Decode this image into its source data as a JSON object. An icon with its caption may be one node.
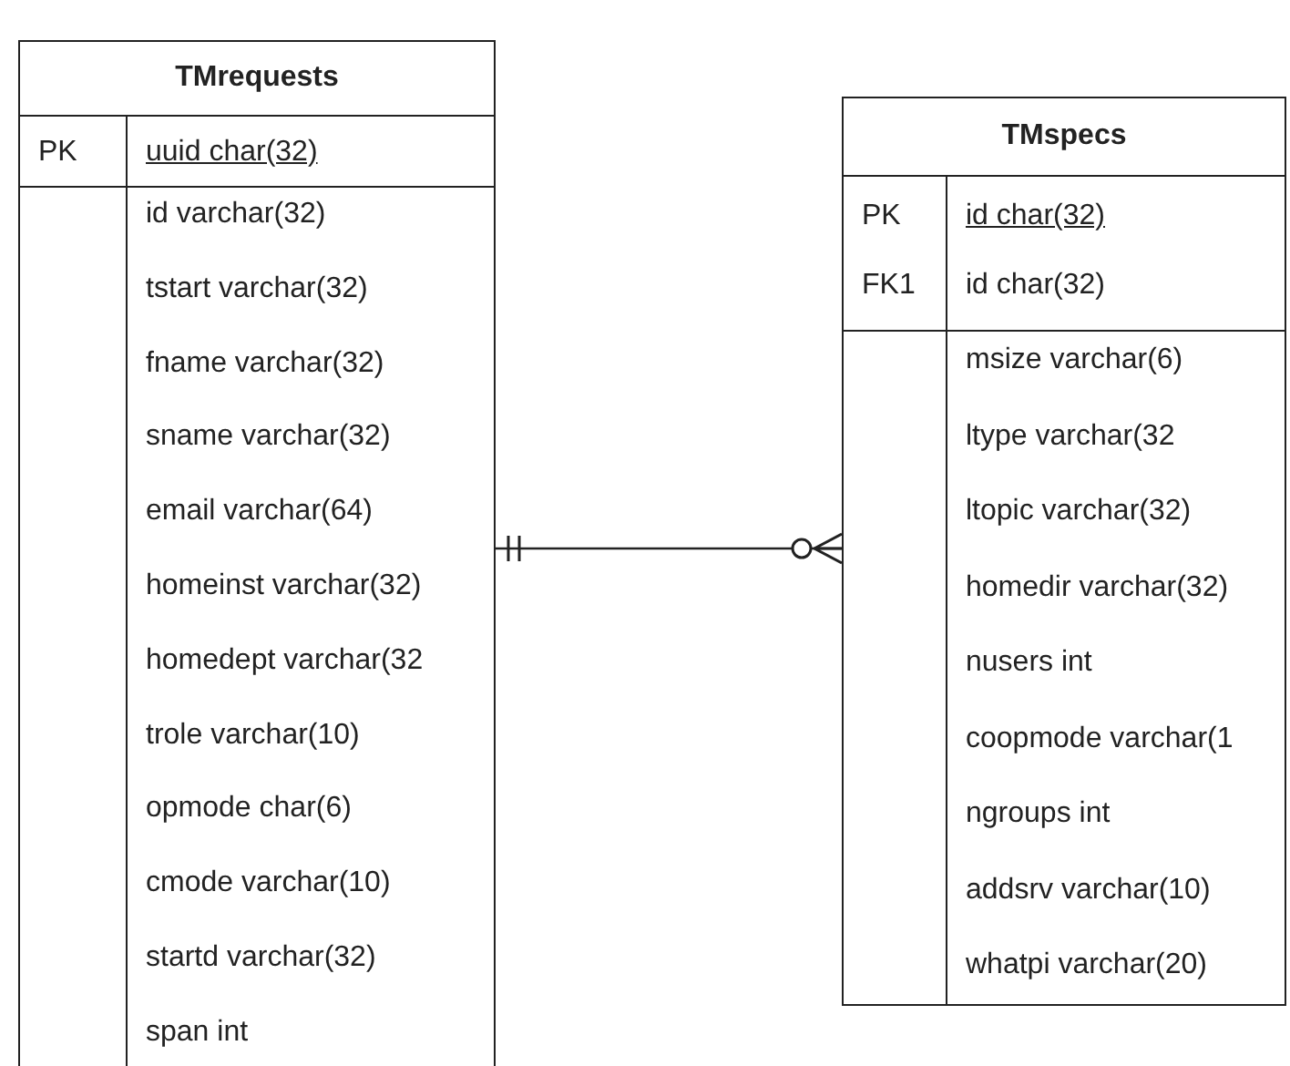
{
  "diagram": {
    "nodes": [
      {
        "text": [
          "TMrequests"
        ]
      },
      {
        "text": [
          "PK",
          "uuid char(32)"
        ],
        "in": 0
      },
      {
        "text": [
          "id varchar(32)",
          "tstart varchar(32)",
          "fname varchar(32)",
          "sname varchar(32)",
          "email varchar(64)",
          "homeinst varchar(32)",
          "homedept varchar(32",
          "trole varchar(10)",
          "opmode char(6)",
          "cmode varchar(10)",
          "startd varchar(32)",
          "span int"
        ],
        "in": 0
      },
      {
        "text": [
          "TMspecs"
        ]
      },
      {
        "text": [
          "PK",
          "id char(32)",
          "FK1",
          "id char(32)"
        ],
        "in": 3
      },
      {
        "text": [
          "msize varchar(6)",
          "ltype varchar(32",
          "ltopic varchar(32)",
          "homedir varchar(32)",
          "nusers int",
          "coopmode varchar(1",
          "ngroups int",
          "addsrv varchar(10)",
          "whatpi varchar(20)"
        ],
        "in": 3
      }
    ],
    "edges": [
      {
        "from": 0,
        "to": 3,
        "arrow": "other"
      }
    ]
  }
}
